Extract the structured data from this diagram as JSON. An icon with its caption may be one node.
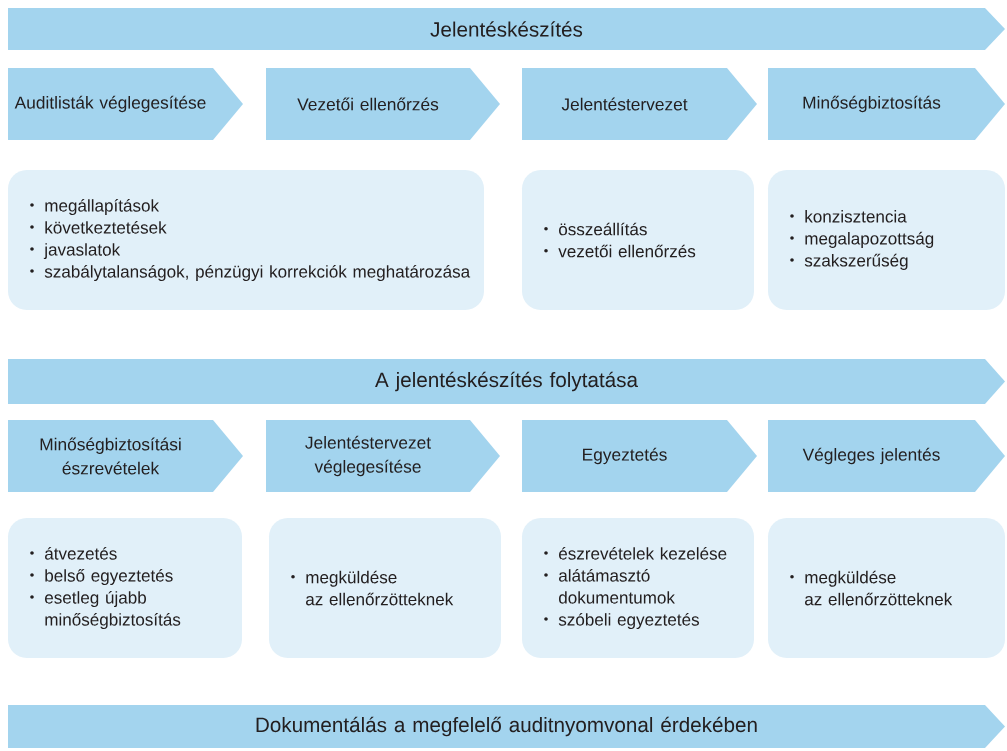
{
  "diagram": {
    "nodes": [
      {
        "text": [
          "Jelentéskészítés"
        ]
      },
      {
        "text": [
          "Auditlisták véglegesítése"
        ]
      },
      {
        "text": [
          "Vezetői ellenőrzés"
        ]
      },
      {
        "text": [
          "Jelentéstervezet"
        ]
      },
      {
        "text": [
          "Minőségbiztosítás"
        ]
      },
      {
        "text": [
          "megállapítások",
          "következtetések",
          "javaslatok",
          "szabálytalanságok, pénzügyi korrekciók meghatározása"
        ]
      },
      {
        "text": [
          "összeállítás",
          "vezetői ellenőrzés"
        ]
      },
      {
        "text": [
          "konzisztencia",
          "megalapozottság",
          "szakszerűség"
        ]
      },
      {
        "text": [
          "A jelentéskészítés folytatása"
        ]
      },
      {
        "text": [
          "Minőségbiztosítási észrevételek"
        ]
      },
      {
        "text": [
          "Jelentéstervezet véglegesítése"
        ]
      },
      {
        "text": [
          "Egyeztetés"
        ]
      },
      {
        "text": [
          "Végleges jelentés"
        ]
      },
      {
        "text": [
          "átvezetés",
          "belső egyeztetés",
          "esetleg újabb minőségbiztosítás"
        ]
      },
      {
        "text": [
          "megküldése az ellenőrzötteknek"
        ]
      },
      {
        "text": [
          "észrevételek kezelése",
          "alátámasztó dokumentumok",
          "szóbeli egyeztetés"
        ]
      },
      {
        "text": [
          "megküldése az ellenőrzötteknek"
        ]
      },
      {
        "text": [
          "Dokumentálás a megfelelő auditnyomvonal érdekében"
        ]
      }
    ]
  }
}
